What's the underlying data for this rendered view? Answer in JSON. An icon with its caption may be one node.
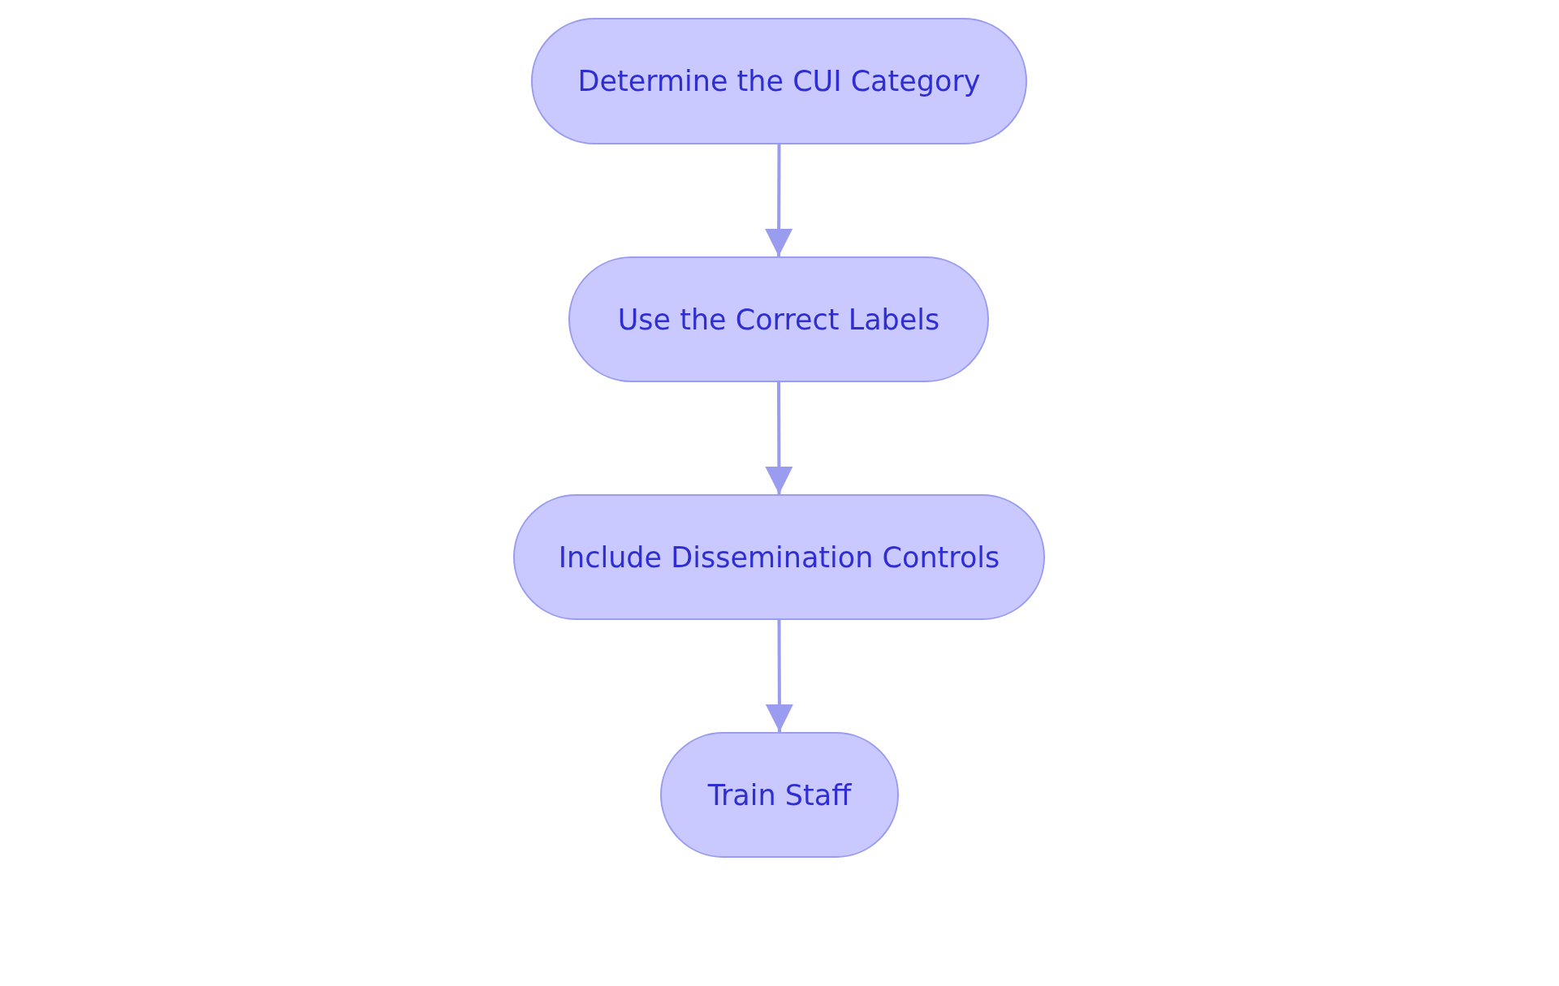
{
  "diagram": {
    "nodes": [
      {
        "text": [
          "Determine the CUI Category"
        ]
      },
      {
        "text": [
          "Use the Correct Labels"
        ]
      },
      {
        "text": [
          "Include Dissemination Controls"
        ]
      },
      {
        "text": [
          "Train Staff"
        ]
      }
    ],
    "edges": [
      {
        "from": 0,
        "to": 1,
        "arrow": "to"
      },
      {
        "from": 1,
        "to": 2,
        "arrow": "to"
      },
      {
        "from": 2,
        "to": 3,
        "arrow": "to"
      }
    ]
  }
}
